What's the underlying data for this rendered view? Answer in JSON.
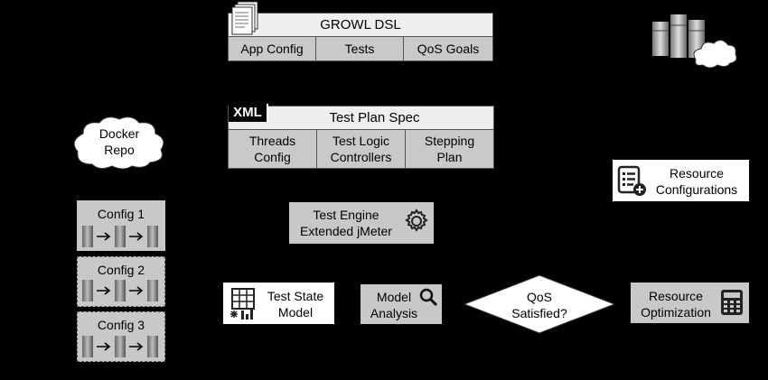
{
  "growl": {
    "title": "GROWL DSL",
    "cells": [
      "App Config",
      "Tests",
      "QoS Goals"
    ]
  },
  "testplan": {
    "title": "Test Plan Spec",
    "xml_badge": "XML",
    "cells": [
      "Threads Config",
      "Test Logic Controllers",
      "Stepping Plan"
    ]
  },
  "docker": {
    "label": "Docker Repo"
  },
  "configs": [
    {
      "label": "Config 1"
    },
    {
      "label": "Config 2"
    },
    {
      "label": "Config 3"
    }
  ],
  "engine": {
    "label": "Test Engine Extended jMeter"
  },
  "resource_config": {
    "label": "Resource Configurations"
  },
  "state_model": {
    "label": "Test State Model"
  },
  "analysis": {
    "label": "Model Analysis"
  },
  "decision": {
    "label": "QoS Satisfied?"
  },
  "optimization": {
    "label": "Resource Optimization"
  },
  "colors": {
    "background": "#000000",
    "box_gray": "#c8c8c8",
    "box_light": "#efefef"
  },
  "icons": [
    "document-icon",
    "server-cloud-icon",
    "xml-icon",
    "cloud-shape",
    "server-icon",
    "arrow-icon",
    "gear-icon",
    "checklist-icon",
    "table-icon",
    "magnifier-icon",
    "calculator-icon"
  ]
}
